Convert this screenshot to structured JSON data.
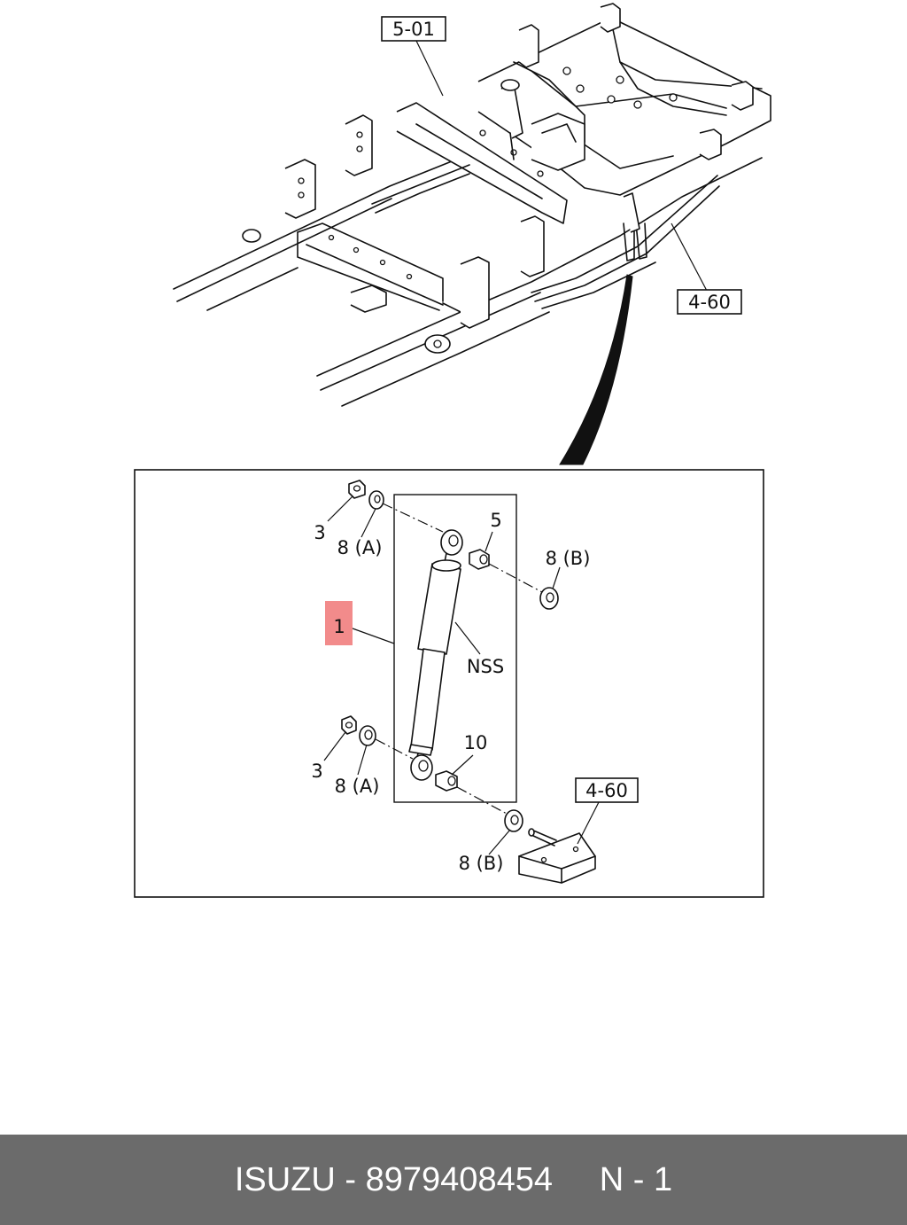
{
  "diagram": {
    "ref_labels": {
      "frame_ref": "5-01",
      "spring_ref": "4-60",
      "bracket_ref": "4-60"
    },
    "callouts": {
      "shock_absorber": "1",
      "nut_upper": "3",
      "washer_upper_a": "8 (A)",
      "bushing_upper": "5",
      "washer_upper_b": "8 (B)",
      "nss": "NSS",
      "nut_lower": "3",
      "washer_lower_a": "8 (A)",
      "bushing_lower": "10",
      "washer_lower_b": "8 (B)"
    },
    "highlight_color": "#f28b8b"
  },
  "footer": {
    "brand": "ISUZU",
    "separator": " - ",
    "part_number": "8979408454",
    "page": "N - 1",
    "background": "#6b6b6b"
  }
}
